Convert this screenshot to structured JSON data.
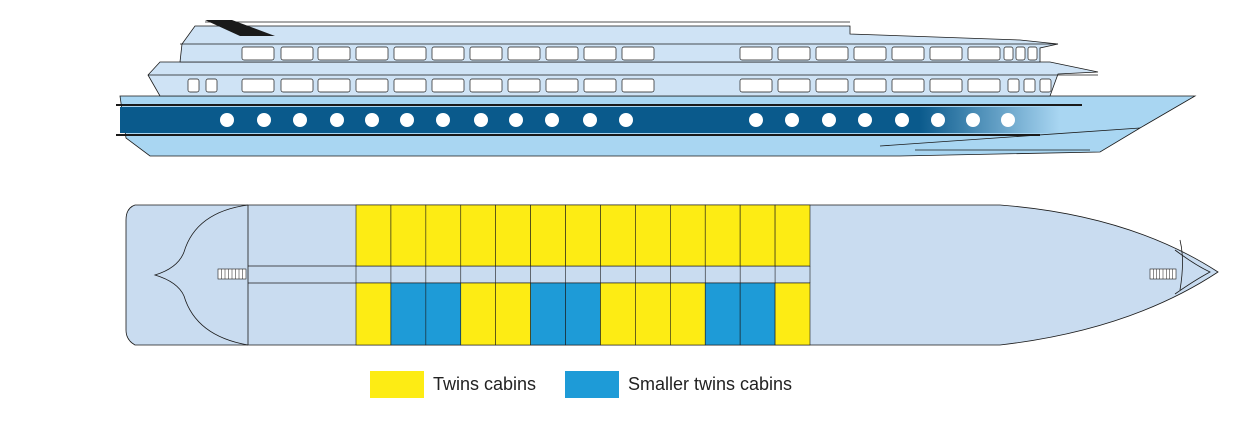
{
  "colors": {
    "hull_fill": "#cfe3f5",
    "hull_light": "#a9d6f2",
    "hull_stroke": "#1a1a1a",
    "band_dark": "#0a5a8c",
    "porthole": "#ffffff",
    "twins": "#fdec14",
    "smaller_twins": "#1e9bd7",
    "deck_plan": "#c9dcf0"
  },
  "deck_plan": {
    "top_row": [
      "twins",
      "twins",
      "twins",
      "twins",
      "twins",
      "twins",
      "twins",
      "twins",
      "twins",
      "twins",
      "twins",
      "twins",
      "twins"
    ],
    "bottom_row": [
      "twins",
      "smaller_twins",
      "smaller_twins",
      "twins",
      "twins",
      "smaller_twins",
      "smaller_twins",
      "twins",
      "twins",
      "twins",
      "smaller_twins",
      "smaller_twins",
      "twins"
    ]
  },
  "legend": [
    {
      "key": "twins",
      "label": "Twins cabins",
      "color": "#fdec14"
    },
    {
      "key": "smaller_twins",
      "label": "Smaller twins cabins",
      "color": "#1e9bd7"
    }
  ]
}
